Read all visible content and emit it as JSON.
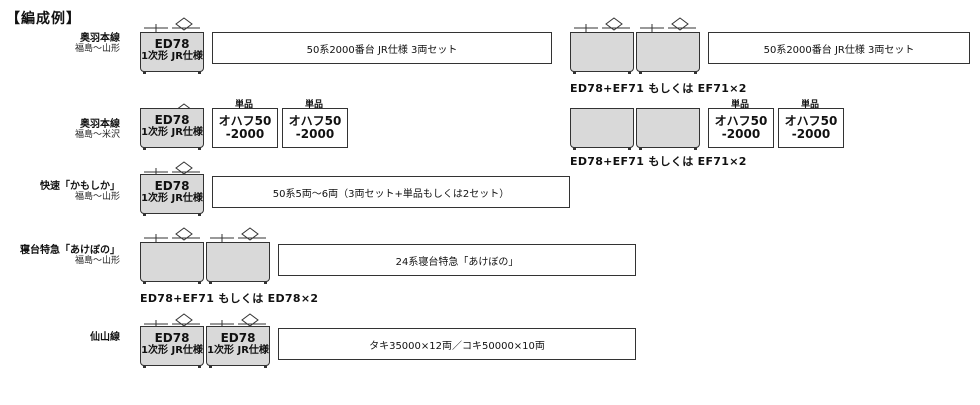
{
  "title": "【編成例】",
  "rows": [
    {
      "route_line1": "奥羽本線",
      "route_line2": "福島～山形",
      "left_loco": {
        "line1": "ED78",
        "line2": "1次形 JR仕様"
      },
      "left_set": "50系2000番台 JR仕様 3両セット",
      "right_set": "50系2000番台 JR仕様 3両セット",
      "right_caption": "ED78+EF71 もしくは EF71×2"
    },
    {
      "route_line1": "奥羽本線",
      "route_line2": "福島～米沢",
      "left_loco": {
        "line1": "ED78",
        "line2": "1次形 JR仕様"
      },
      "single_label": "単品",
      "car": {
        "line1": "オハフ50",
        "line2": "-2000"
      },
      "right_caption": "ED78+EF71 もしくは EF71×2"
    },
    {
      "route_line1": "快速「かもしか」",
      "route_line2": "福島～山形",
      "left_loco": {
        "line1": "ED78",
        "line2": "1次形 JR仕様"
      },
      "set": "50系5両～6両（3両セット+単品もしくは2セット）"
    },
    {
      "route_line1": "寝台特急「あけぼの」",
      "route_line2": "福島～山形",
      "set": "24系寝台特急「あけぼの」",
      "caption": "ED78+EF71 もしくは ED78×2"
    },
    {
      "route_line1": "仙山線",
      "route_line2": "",
      "left_loco": {
        "line1": "ED78",
        "line2": "1次形 JR仕様"
      },
      "set": "タキ35000×12両／コキ50000×10両"
    }
  ],
  "colors": {
    "loco_fill": "#d9d9d9",
    "stroke": "#333333"
  }
}
